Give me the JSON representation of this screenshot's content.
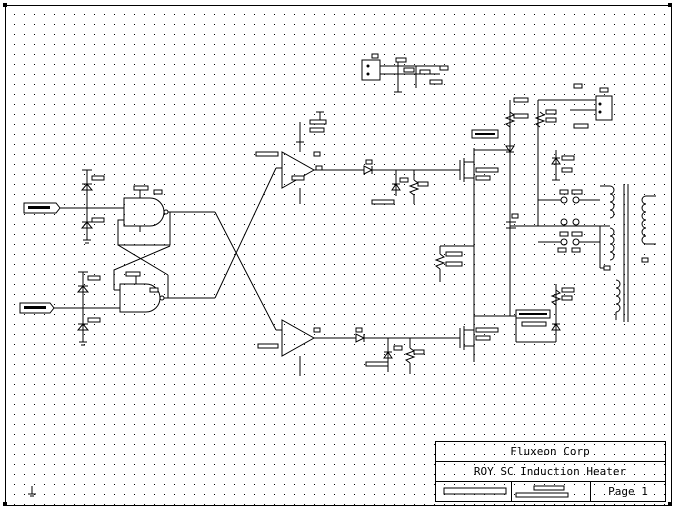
{
  "title_block": {
    "company": "Fluxeon Corp",
    "title": "ROY SC Induction Heater",
    "page": "Page 1"
  }
}
